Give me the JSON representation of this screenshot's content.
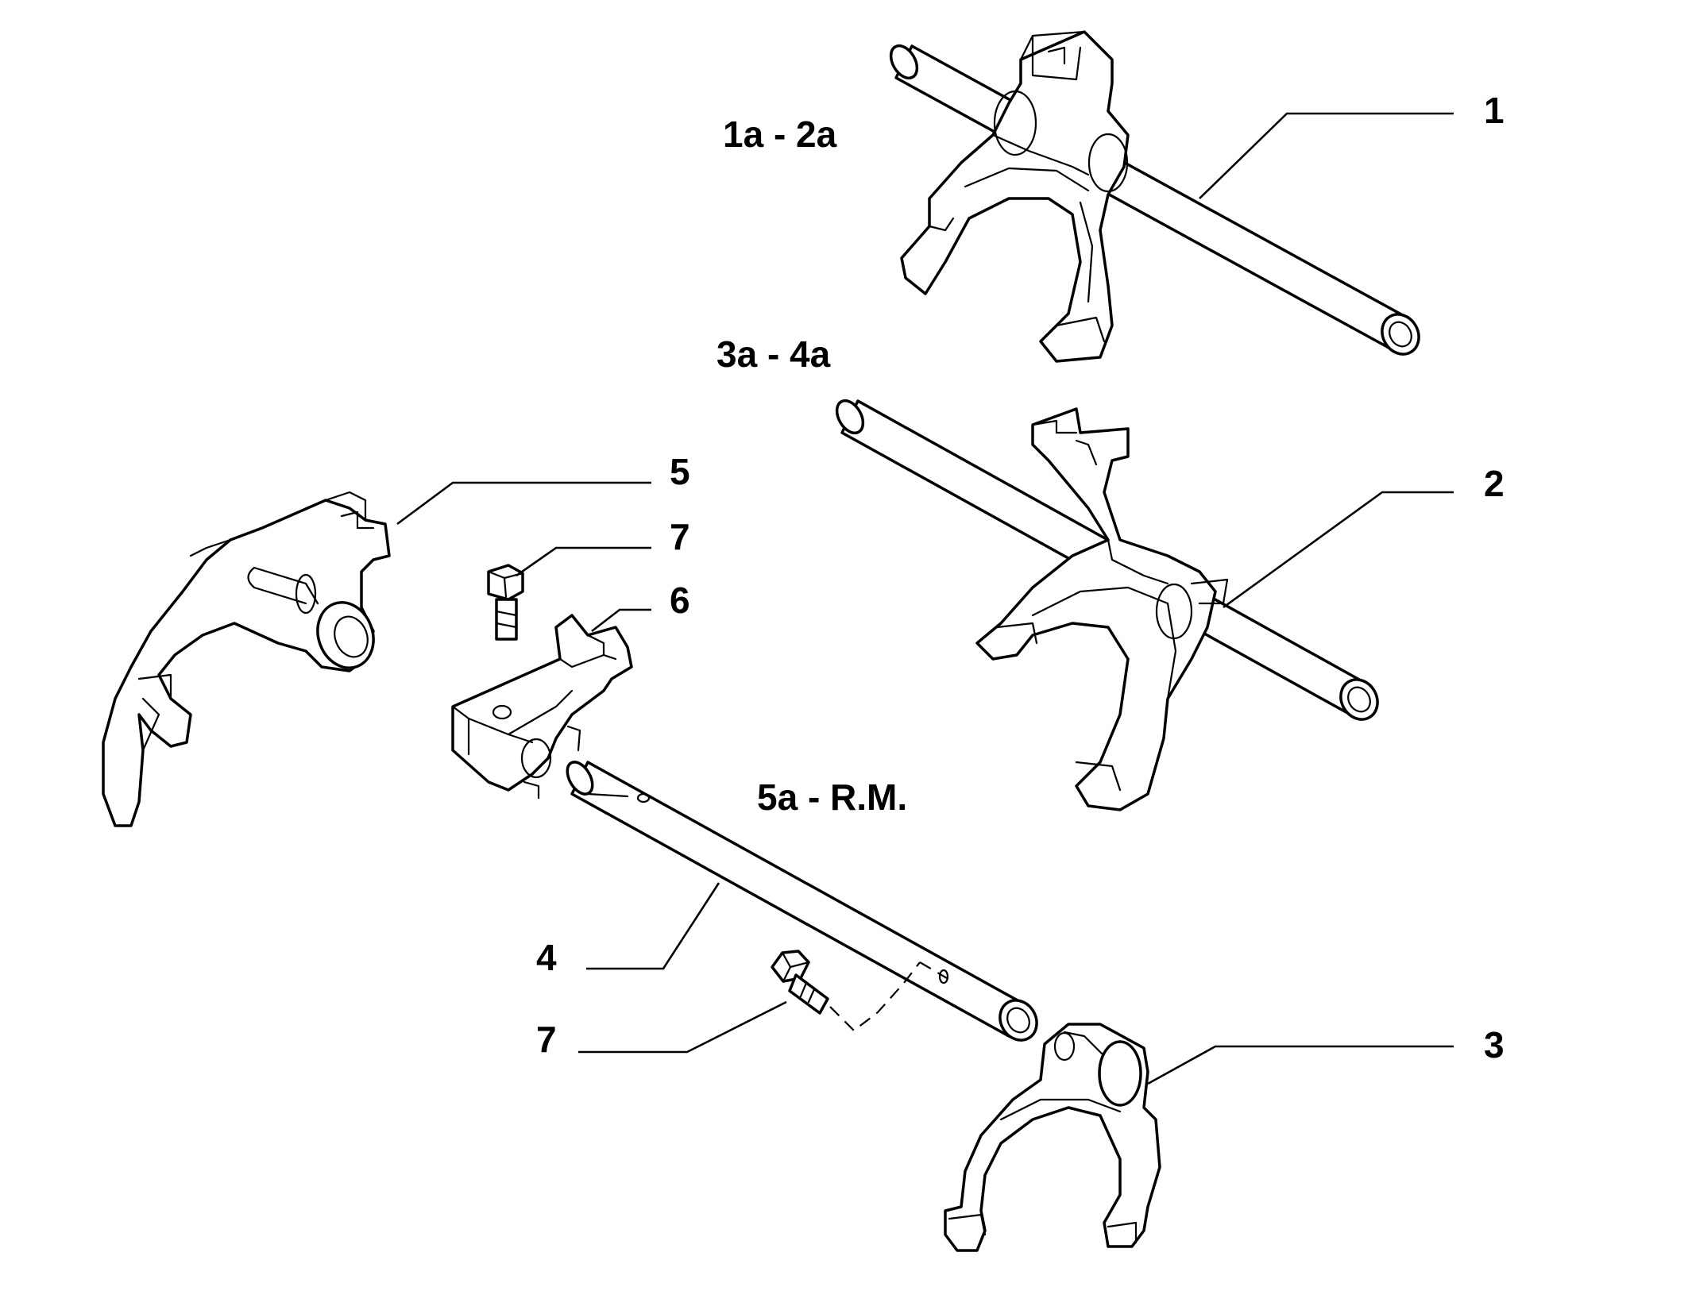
{
  "diagram": {
    "group_labels": {
      "gear_1_2": "1a - 2a",
      "gear_3_4": "3a - 4a",
      "gear_5_rm": "5a - R.M."
    },
    "callouts": {
      "c1": "1",
      "c2": "2",
      "c3": "3",
      "c4": "4",
      "c5": "5",
      "c6": "6",
      "c7_upper": "7",
      "c7_lower": "7"
    },
    "colors": {
      "line": "#000000",
      "background": "#ffffff"
    }
  }
}
